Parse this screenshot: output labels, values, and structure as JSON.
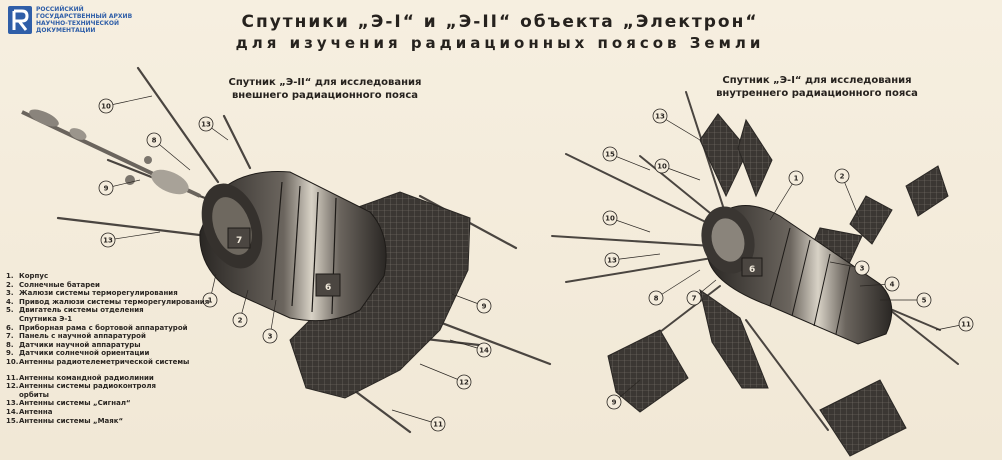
{
  "logo": {
    "lines": [
      "РОССИЙСКИЙ",
      "ГОСУДАРСТВЕННЫЙ АРХИВ",
      "НАУЧНО-ТЕХНИЧЕСКОЙ",
      "ДОКУМЕНТАЦИИ"
    ],
    "color": "#2f5ea8"
  },
  "title": "Спутники „Э-I“ и „Э-II“ объекта „Электрон“",
  "subtitle": "для изучения радиационных поясов Земли",
  "left_caption": [
    "Спутник „Э-II“ для исследования",
    "внешнего радиационного пояса"
  ],
  "right_caption": [
    "Спутник „Э-I“ для исследования",
    "внутреннего радиационного пояса"
  ],
  "legend": {
    "group1": [
      {
        "num": "1.",
        "text": "Корпус"
      },
      {
        "num": "2.",
        "text": "Солнечные батареи"
      },
      {
        "num": "3.",
        "text": "Жалюзи системы терморегулирования"
      },
      {
        "num": "4.",
        "text": "Привод жалюзи системы терморегулирования"
      },
      {
        "num": "5.",
        "text": "Двигатель системы отделения"
      },
      {
        "num": "",
        "text": "Спутника Э-1"
      },
      {
        "num": "6.",
        "text": "Приборная рама с бортовой аппаратурой"
      },
      {
        "num": "7.",
        "text": "Панель с научной аппаратурой"
      },
      {
        "num": "8.",
        "text": "Датчики научной аппаратуры"
      },
      {
        "num": "9.",
        "text": "Датчики солнечной ориентации"
      },
      {
        "num": "10.",
        "text": "Антенны радиотелеметрической системы"
      }
    ],
    "group2": [
      {
        "num": "11.",
        "text": "Антенны командной радиолинии"
      },
      {
        "num": "12.",
        "text": "Антенны системы радиоконтроля"
      },
      {
        "num": "",
        "text": "орбиты"
      },
      {
        "num": "13.",
        "text": "Антенны системы „Сигнал“"
      },
      {
        "num": "14.",
        "text": "Антенна"
      },
      {
        "num": "15.",
        "text": "Антенны системы „Маяк“"
      }
    ]
  },
  "callouts_left": [
    "10",
    "8",
    "13",
    "9",
    "13",
    "1",
    "2",
    "3",
    "6",
    "7",
    "9",
    "14",
    "12",
    "11"
  ],
  "callouts_right": [
    "13",
    "15",
    "10",
    "1",
    "2",
    "10",
    "13",
    "8",
    "7",
    "6",
    "3",
    "4",
    "5",
    "11",
    "9"
  ],
  "colors": {
    "paper": "#f4ecdc",
    "ink": "#26221e",
    "panel": "#3a3632",
    "body": "#2c2926"
  }
}
